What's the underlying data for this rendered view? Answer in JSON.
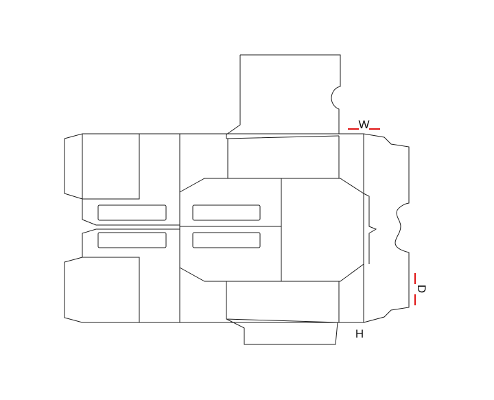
{
  "diagram": {
    "type": "box-dieline",
    "line_color": "#1a1a1a",
    "dimension_marker_color": "#e01818",
    "labels": {
      "width": "W",
      "depth": "D",
      "height": "H"
    }
  }
}
